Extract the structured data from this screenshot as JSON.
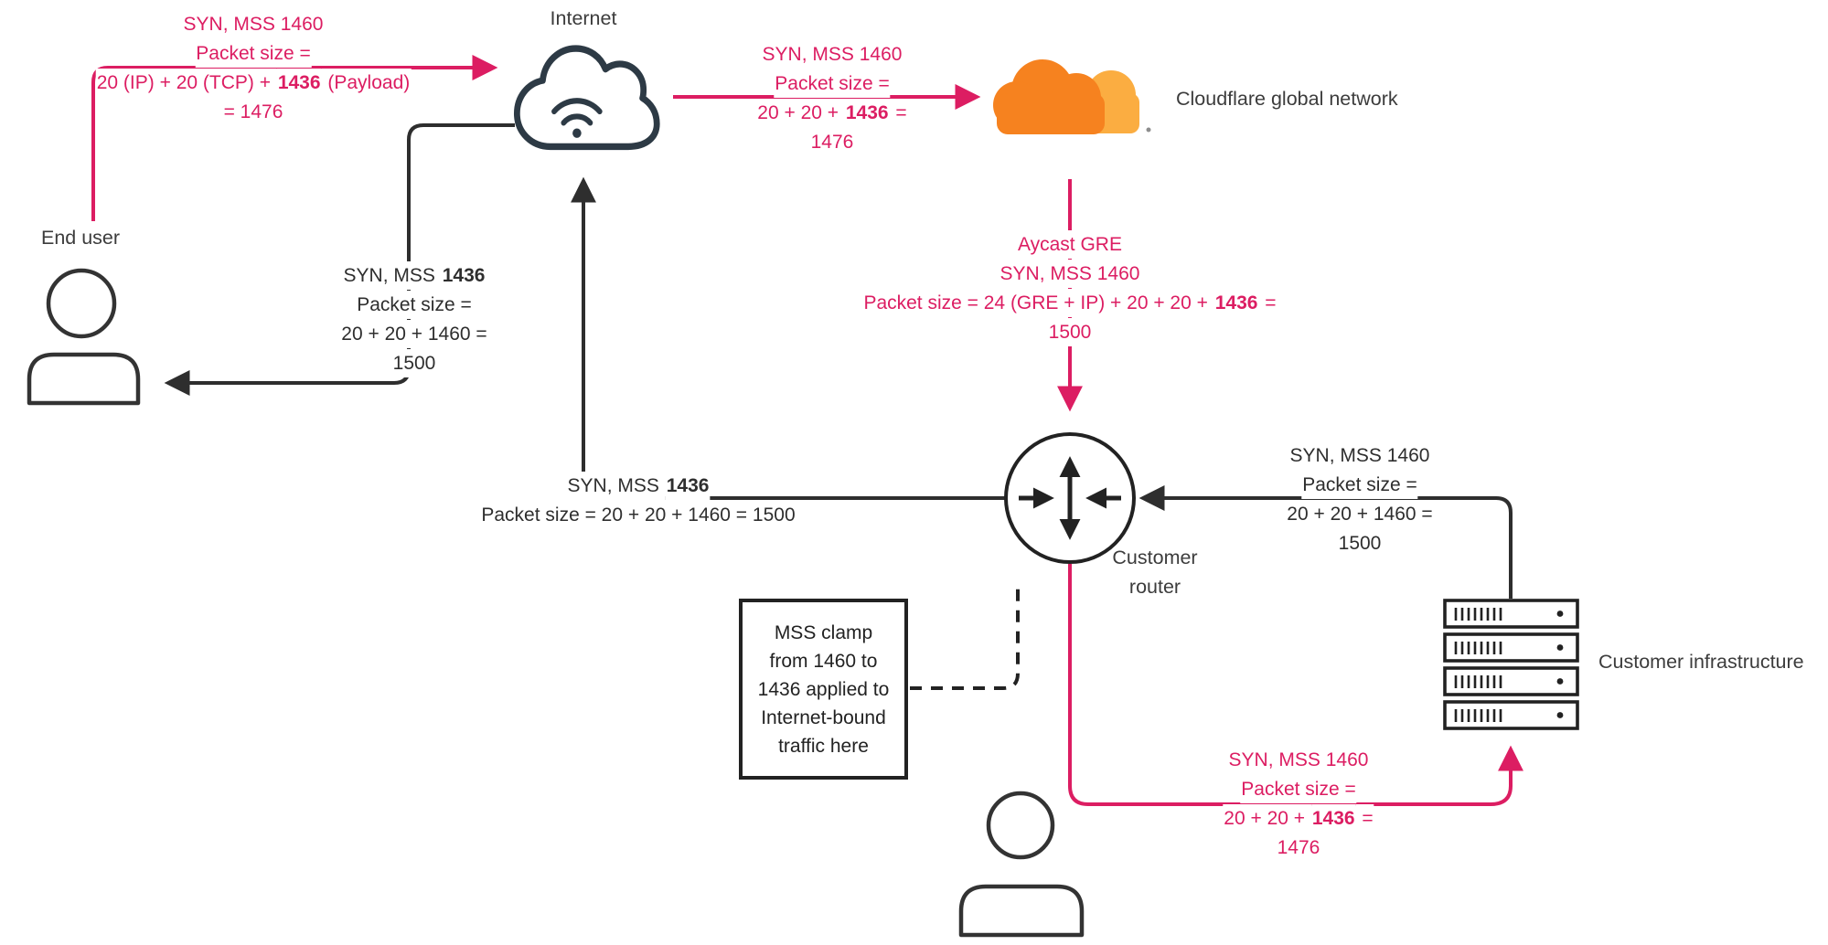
{
  "colors": {
    "accent_pink": "#DC1D62",
    "line_dark": "#2e2e2e",
    "cloudflare_orange": "#F6821F",
    "cloudflare_light_orange": "#FBAD41"
  },
  "nodes": {
    "internet": {
      "label": "Internet"
    },
    "end_user": {
      "label": "End user"
    },
    "cloudflare": {
      "label": "Cloudflare global network"
    },
    "customer_router": {
      "label": [
        "Customer",
        "router"
      ]
    },
    "customer_infrastructure": {
      "label": "Customer infrastructure"
    }
  },
  "flow_labels": {
    "end_user_to_internet": {
      "color": "pink",
      "lines": [
        [
          "SYN, MSS 1460"
        ],
        [
          "Packet size ="
        ],
        [
          "20 (IP) + 20 (TCP) + ",
          {
            "t": "1436",
            "b": true
          },
          " (Payload)"
        ],
        [
          "= 1476"
        ]
      ]
    },
    "internet_to_cloudflare": {
      "color": "pink",
      "lines": [
        [
          "SYN, MSS 1460"
        ],
        [
          "Packet size ="
        ],
        [
          "20 + 20 + ",
          {
            "t": "1436",
            "b": true
          },
          " ="
        ],
        [
          "1476"
        ]
      ]
    },
    "cloudflare_to_router": {
      "color": "pink",
      "lines": [
        [
          "Aycast GRE"
        ],
        [
          "SYN, MSS 1460"
        ],
        [
          "Packet size = 24 (GRE + IP) + 20 + 20 + ",
          {
            "t": "1436",
            "b": true
          },
          " ="
        ],
        [
          "1500"
        ]
      ]
    },
    "internet_to_end_user": {
      "color": "dark",
      "lines": [
        [
          "SYN, MSS ",
          {
            "t": "1436",
            "b": true
          }
        ],
        [
          "Packet size ="
        ],
        [
          "20 + 20 + 1460 ="
        ],
        [
          "1500"
        ]
      ]
    },
    "router_to_internet": {
      "color": "dark",
      "lines": [
        [
          "SYN, MSS ",
          {
            "t": "1436",
            "b": true
          }
        ],
        [
          "Packet size = 20 + 20 + 1460 = 1500"
        ]
      ]
    },
    "infrastructure_to_router": {
      "color": "dark",
      "lines": [
        [
          "SYN, MSS 1460"
        ],
        [
          "Packet size ="
        ],
        [
          "20 + 20 + 1460 ="
        ],
        [
          "1500"
        ]
      ]
    },
    "router_to_infrastructure": {
      "color": "pink",
      "lines": [
        [
          "SYN, MSS 1460"
        ],
        [
          "Packet size ="
        ],
        [
          "20 + 20 + ",
          {
            "t": "1436",
            "b": true
          },
          " ="
        ],
        [
          "1476"
        ]
      ]
    }
  },
  "mss_clamp_note": {
    "lines": [
      "MSS clamp",
      "from 1460 to",
      "1436 applied to",
      "Internet-bound",
      "traffic here"
    ]
  }
}
